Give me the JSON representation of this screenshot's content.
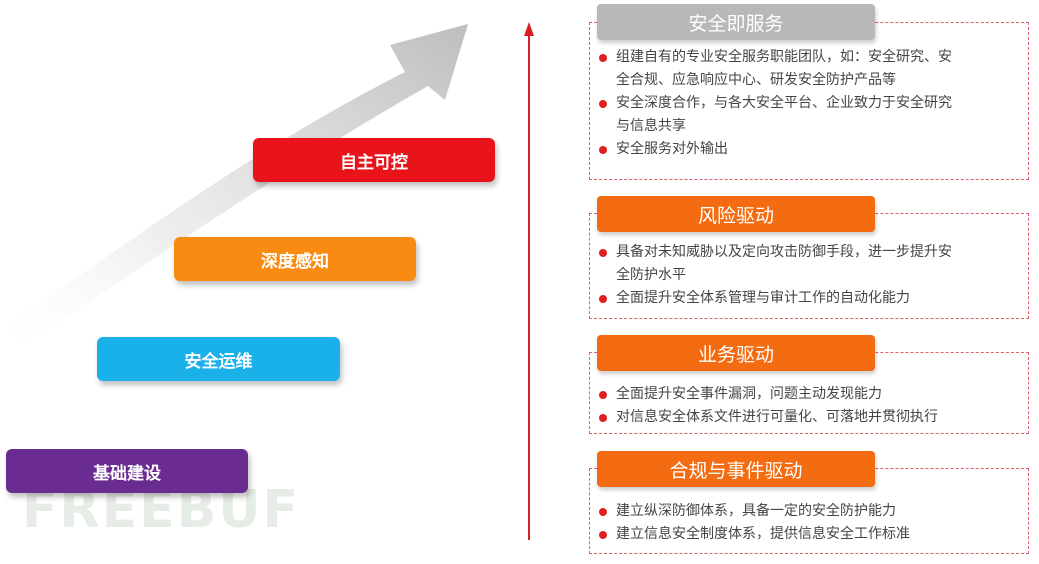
{
  "watermark": "FREEBUF",
  "colors": {
    "red": "#e8141a",
    "orange": "#f98a12",
    "cyan": "#1ab0ea",
    "purple": "#6a2c91",
    "gray": "#b8b8b8",
    "section_orange": "#f46c12",
    "arrow_red": "#d81f26",
    "bullet_red": "#e02020"
  },
  "stages": [
    {
      "label": "自主可控"
    },
    {
      "label": "深度感知"
    },
    {
      "label": "安全运维"
    },
    {
      "label": "基础建设"
    }
  ],
  "sections": [
    {
      "title": "安全即服务",
      "bullets": [
        [
          "组建自有的专业安全服务职能团队，如：安全研究、安",
          "全合规、应急响应中心、研发安全防护产品等"
        ],
        [
          "安全深度合作，与各大安全平台、企业致力于安全研究",
          "与信息共享"
        ],
        [
          "安全服务对外输出"
        ]
      ]
    },
    {
      "title": "风险驱动",
      "bullets": [
        [
          "具备对未知威胁以及定向攻击防御手段，进一步提升安",
          "全防护水平"
        ],
        [
          "全面提升安全体系管理与审计工作的自动化能力"
        ]
      ]
    },
    {
      "title": "业务驱动",
      "bullets": [
        [
          "全面提升安全事件漏洞，问题主动发现能力"
        ],
        [
          "对信息安全体系文件进行可量化、可落地并贯彻执行"
        ]
      ]
    },
    {
      "title": "合规与事件驱动",
      "bullets": [
        [
          "建立纵深防御体系，具备一定的安全防护能力"
        ],
        [
          "建立信息安全制度体系，提供信息安全工作标准"
        ]
      ]
    }
  ]
}
